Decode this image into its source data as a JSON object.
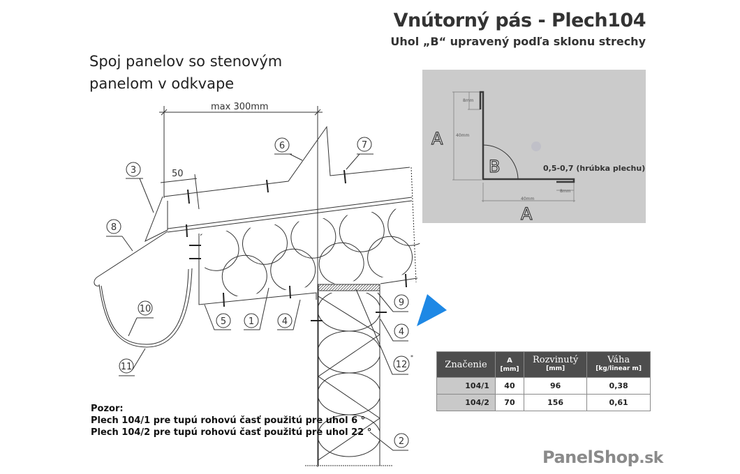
{
  "header": {
    "title": "Vnútorný pás - Plech104",
    "subtitle": "Uhol „B“ upravený podľa sklonu strechy"
  },
  "heading": {
    "line1": "Spoj panelov so stenovým",
    "line2": "panelom v odkvape"
  },
  "drawing": {
    "dimension_main": "max 300mm",
    "dimension_small": "50",
    "callouts": [
      "3",
      "6",
      "7",
      "8",
      "10",
      "11",
      "5",
      "1",
      "4",
      "9",
      "4",
      "12",
      "2"
    ],
    "callout_12_mark": "*"
  },
  "profile": {
    "label_a_side": "A",
    "label_a_bottom": "A",
    "label_b": "B",
    "dim_top_hem": "8mm",
    "dim_bottom_hem": "8mm",
    "dim_height": "40mm",
    "dim_width": "40mm",
    "thickness": "0,5-0,7 (hrúbka plechu)"
  },
  "table": {
    "headers": [
      {
        "label": "Značenie",
        "unit": ""
      },
      {
        "label": "A",
        "unit": "[mm]"
      },
      {
        "label": "Rozvinutý",
        "unit": "[mm]"
      },
      {
        "label": "Váha",
        "unit": "[kg/linear m]"
      }
    ],
    "rows": [
      [
        "104/1",
        "40",
        "96",
        "0,38"
      ],
      [
        "104/2",
        "70",
        "156",
        "0,61"
      ]
    ]
  },
  "note": {
    "title": "Pozor:",
    "line1": "Plech 104/1 pre tupú rohovú časť použitú pre uhol 6 °",
    "line2": "Plech 104/2 pre tupú rohovú časť použitú pre uhol 22 °"
  },
  "logo": {
    "name": "PanelShop",
    "suffix": ".sk"
  },
  "colors": {
    "accent": "#1e88e5",
    "profile_bg": "#cbcbcb",
    "table_header": "#4d4d4d"
  }
}
